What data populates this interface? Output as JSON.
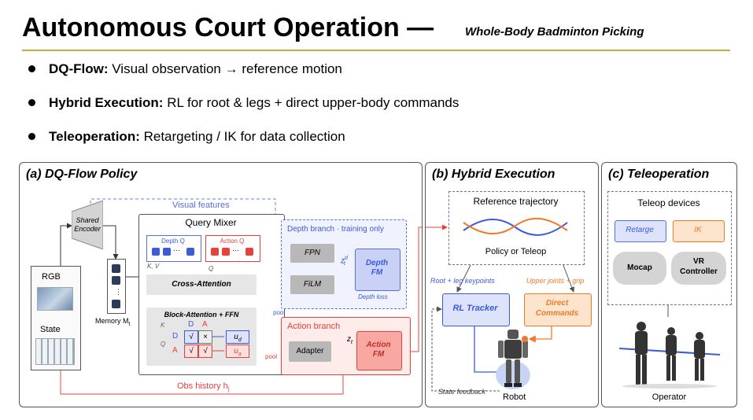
{
  "slide": {
    "title": "Autonomous Court Operation —",
    "subtitle": "Whole-Body Badminton Picking"
  },
  "bullets": [
    {
      "label": "DQ-Flow:",
      "text": " Visual observation → reference motion"
    },
    {
      "label": "Hybrid Execution:",
      "text": " RL for root & legs + direct upper-body commands"
    },
    {
      "label": "Teleoperation:",
      "text": " Retargeting / IK for data collection"
    }
  ],
  "panel_a": {
    "title": "(a) DQ-Flow Policy",
    "rgb": "RGB",
    "state": "State",
    "shared_encoder": [
      "Shared",
      "Encoder"
    ],
    "memory": "Memory M",
    "memory_sub": "t",
    "visual_features": "Visual features",
    "query_mixer": "Query Mixer",
    "depth_q": "Depth Q",
    "action_q": "Action Q",
    "kv": "K, V",
    "q": "Q",
    "cross_attention": "Cross-Attention",
    "block_attention": "Block-Attention + FFN",
    "matrix": {
      "k": "K",
      "q": "Q",
      "d": "D",
      "a": "A",
      "ud": "u",
      "ud_sub": "d",
      "ua": "u",
      "ua_sub": "a",
      "check": "√",
      "cross": "×"
    },
    "depth_branch": "Depth branch · training only",
    "fpn": "FPN",
    "film": "FiLM",
    "zd": "z",
    "zd_sup": "d",
    "zd_sub": "t",
    "depth_fm": [
      "Depth",
      "FM"
    ],
    "depth_loss": "Depth loss",
    "action_branch": "Action branch",
    "adapter": "Adapter",
    "zt": "z",
    "zt_sub": "t",
    "action_fm": [
      "Action",
      "FM"
    ],
    "pool1": "pool",
    "pool2": "pool",
    "obs_history": "Obs history h",
    "obs_sub": "j"
  },
  "panel_b": {
    "title": "(b) Hybrid Execution",
    "reference_trajectory": "Reference trajectory",
    "policy_or_teleop": "Policy or Teleop",
    "root_leg": "Root + leg keypoints",
    "upper_grip": "Upper joints + grip",
    "rl_tracker": "RL Tracker",
    "direct_commands": [
      "Direct",
      "Commands"
    ],
    "state_feedback": "State feedback",
    "robot": "Robot"
  },
  "panel_c": {
    "title": "(c) Teleoperation",
    "teleop_devices": "Teleop devices",
    "retarge": "Retarge",
    "ik": "IK",
    "mocap": "Mocap",
    "vr_controller": [
      "VR",
      "Controller"
    ],
    "operator": "Operator"
  },
  "colors": {
    "blue": "#3b5bdb",
    "blue_fill": "#dde3fb",
    "red": "#e8413c",
    "red_fill": "#fde0dd",
    "orange": "#f07a2a",
    "orange_fill": "#fde4cc",
    "gray_box": "#e6e6e6",
    "dark_box": "#b8b8b8",
    "gold": "#c8a84a"
  }
}
